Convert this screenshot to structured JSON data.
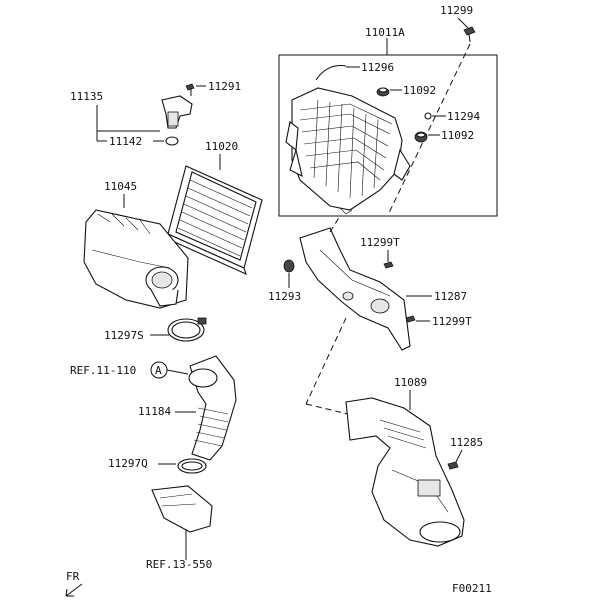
{
  "labels": {
    "l11299": "11299",
    "l11011a": "11011A",
    "l11296": "11296",
    "l11092a": "11092",
    "l11294": "11294",
    "l11092b": "11092",
    "l11135": "11135",
    "l11291": "11291",
    "l11142": "11142",
    "l11020": "11020",
    "l11045": "11045",
    "l11299t_a": "11299T",
    "l11293": "11293",
    "l11287": "11287",
    "l11299t_b": "11299T",
    "l11297s": "11297S",
    "lref110": "REF.11-110",
    "lrefA": "A",
    "l11184": "11184",
    "l11089": "11089",
    "l11285": "11285",
    "l11297q": "11297Q",
    "lref13": "REF.13-550",
    "lfr": "FR",
    "lcode": "F00211"
  }
}
